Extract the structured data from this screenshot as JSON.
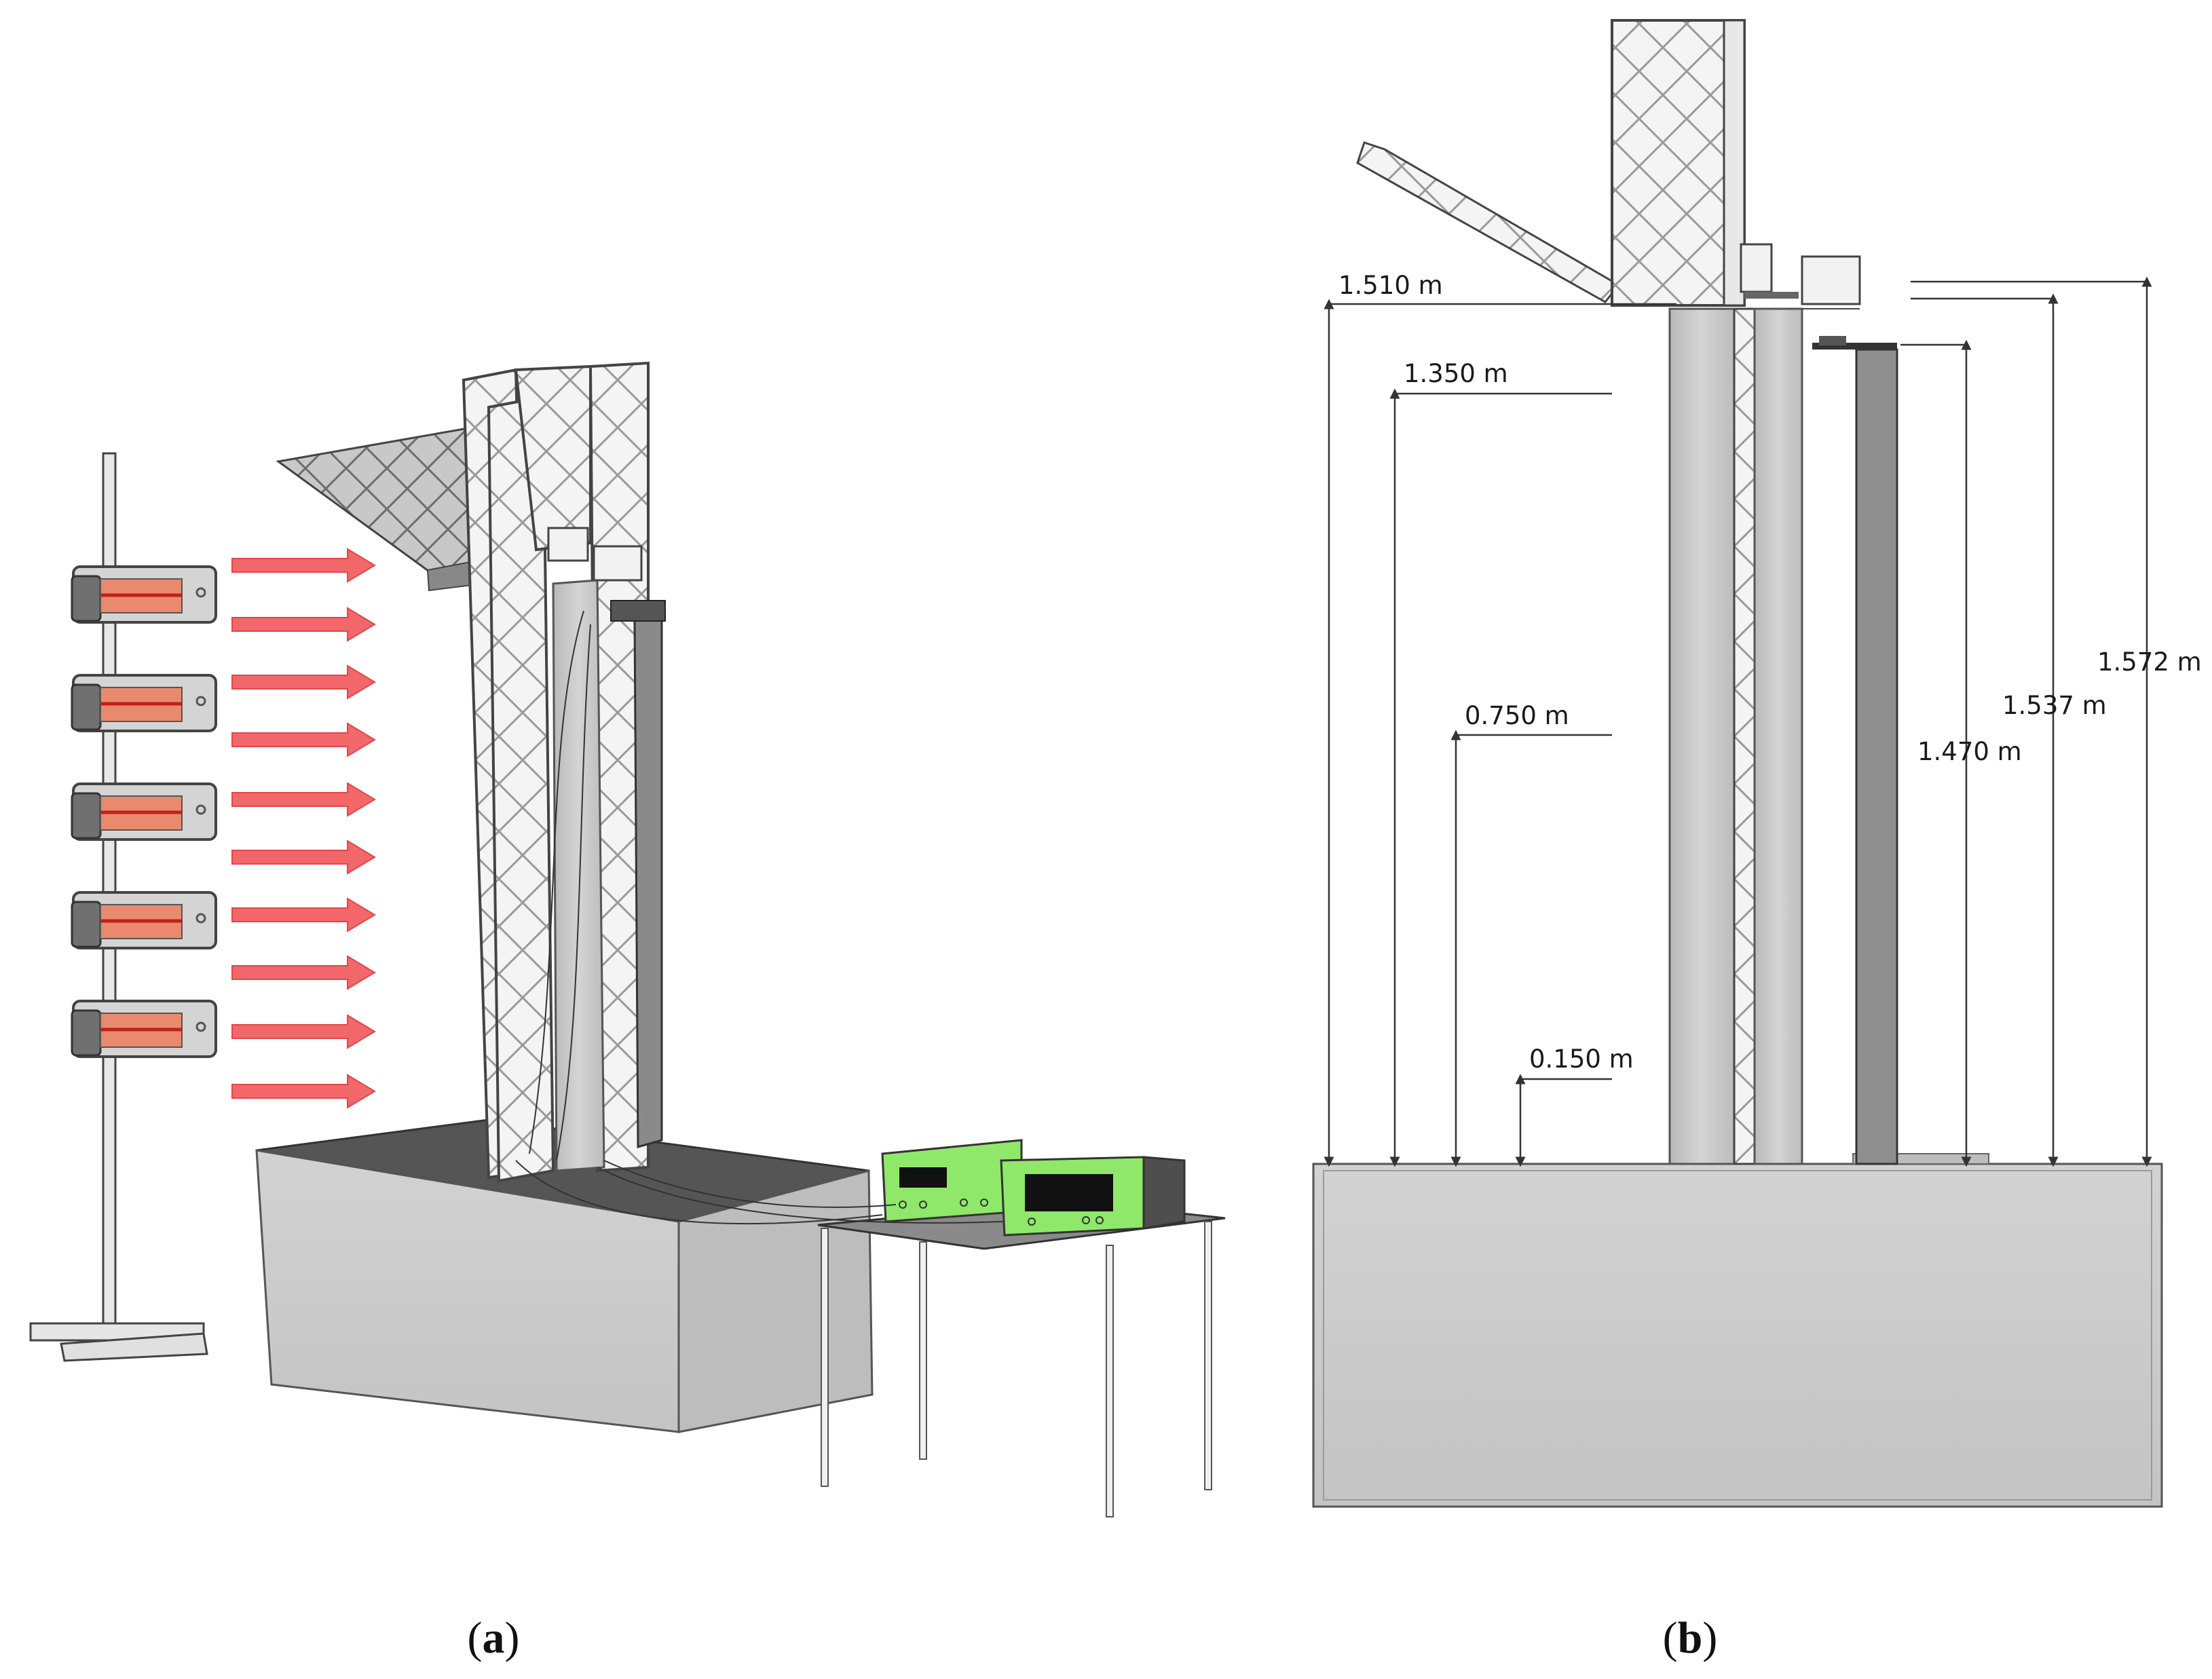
{
  "panels": {
    "a": {
      "caption_open": "(",
      "caption_letter": "a",
      "caption_close": ")"
    },
    "b": {
      "caption_open": "(",
      "caption_letter": "b",
      "caption_close": ")"
    }
  },
  "dimensions": {
    "h_1510": "1.510 m",
    "h_1350": "1.350 m",
    "h_0750": "0.750 m",
    "h_0150": "0.150 m",
    "h_1572": "1.572 m",
    "h_1537": "1.537 m",
    "h_1470": "1.470 m"
  },
  "colors": {
    "heater_body": "#d8d8d8",
    "heater_element": "#e8866a",
    "heat_arrow": "#f2676a",
    "concrete": "#c9c9c9",
    "insulation": "#f0f0f0",
    "logger_green": "#8fe86a",
    "cladding_dark": "#8a8a8a"
  },
  "icons": {
    "heater": "infrared-heater-icon",
    "arrow": "heat-arrow-icon",
    "logger": "data-logger-icon"
  }
}
